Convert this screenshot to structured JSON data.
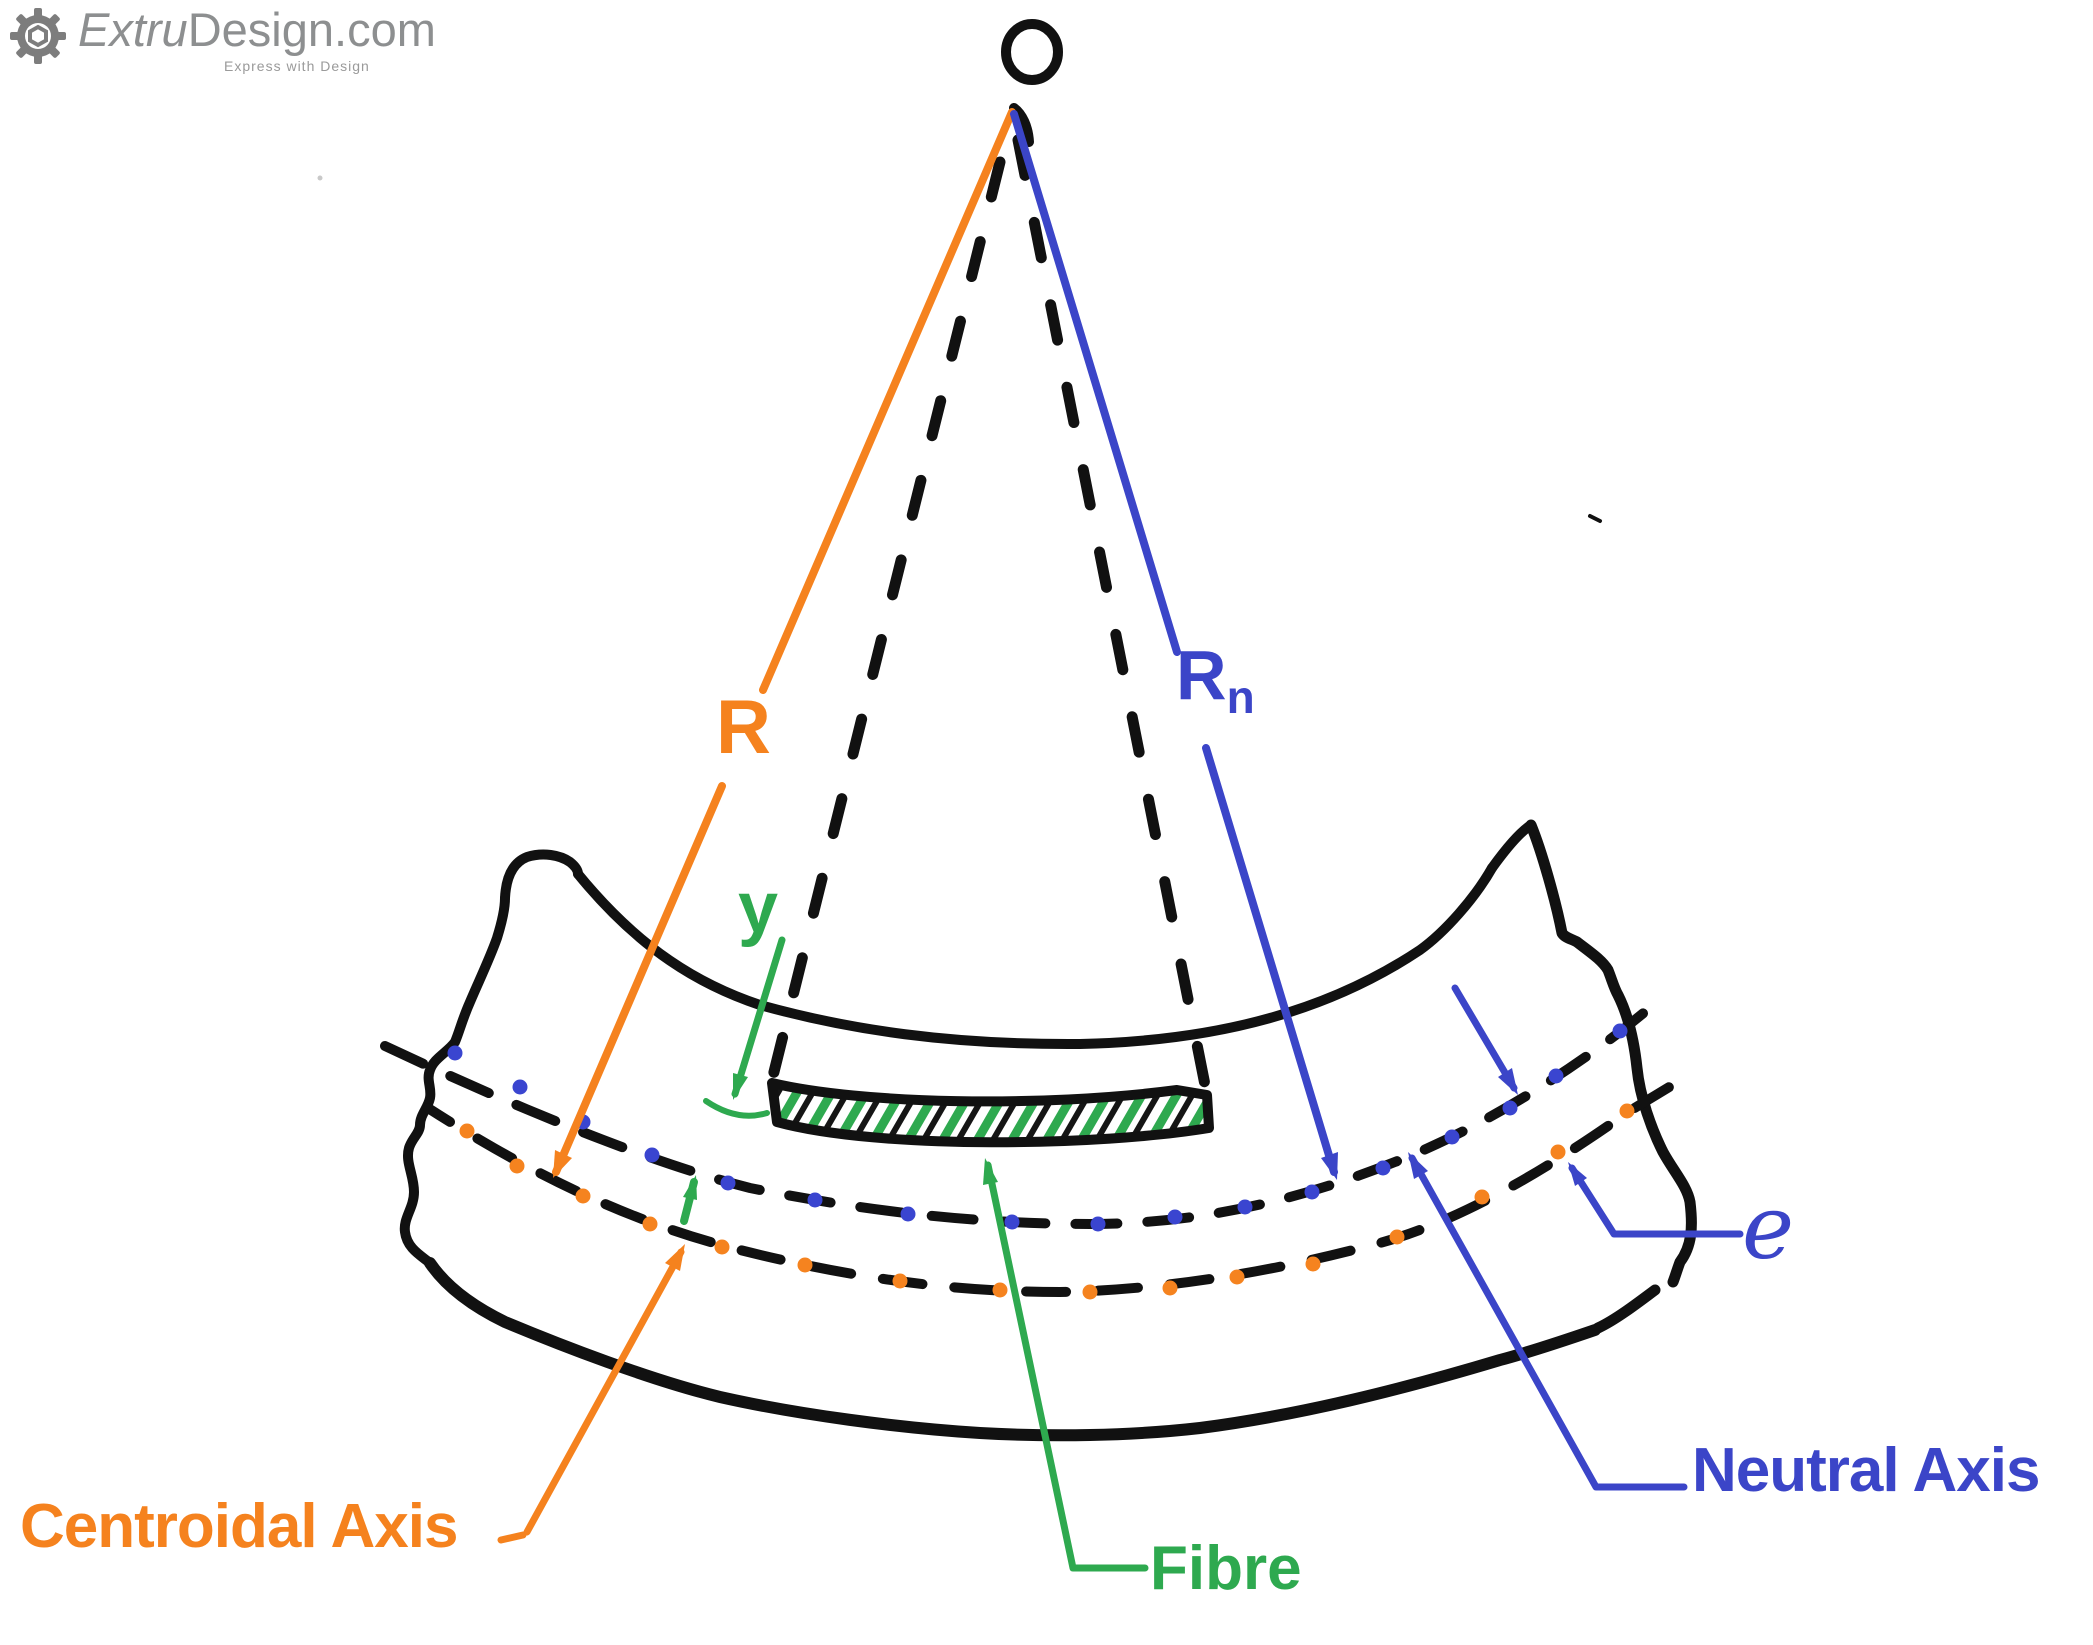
{
  "logo": {
    "brand_italic": "Extru",
    "brand_regular": "Design.com",
    "tagline": "Express with Design"
  },
  "diagram": {
    "title_hint": "Curved beam bending sketch",
    "labels": {
      "center_point": "O",
      "radius_centroidal": "R",
      "radius_neutral_main": "R",
      "radius_neutral_sub": "n",
      "distance_y": "y",
      "eccentricity": "e",
      "centroidal_axis": "Centroidal Axis",
      "neutral_axis": "Neutral Axis",
      "fibre": "Fibre"
    }
  },
  "colors": {
    "centroidal_orange": "#F5821E",
    "neutral_blue": "#3B45C8",
    "fibre_green": "#2EA94F",
    "sketch_black": "#111111",
    "logo_gray": "#8d8f90"
  },
  "icons": {
    "logo_gear": "gear-icon"
  }
}
